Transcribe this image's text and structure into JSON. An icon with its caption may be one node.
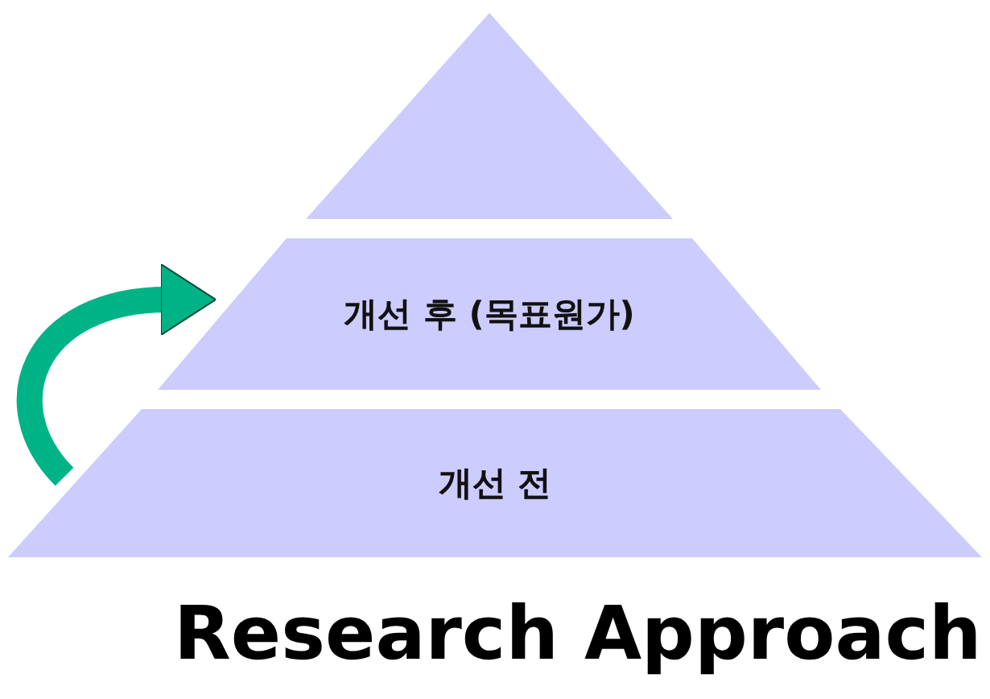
{
  "diagram": {
    "title": "Research Approach",
    "nodes": [
      {
        "text": [],
        "shape": "triangle"
      },
      {
        "text": [
          "개선 후 (목표원가)"
        ]
      },
      {
        "text": [
          "개선 전"
        ]
      }
    ],
    "edges": [
      {
        "from": 2,
        "to": 1,
        "arrow": "to",
        "color": "#00b386"
      }
    ]
  }
}
